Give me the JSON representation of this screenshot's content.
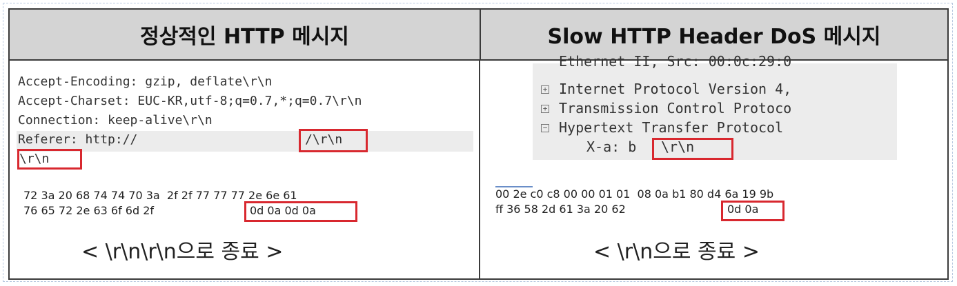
{
  "left": {
    "title": "정상적인 HTTP 메시지",
    "lines": [
      "Accept-Encoding: gzip, deflate\\r\\n",
      "Accept-Charset: EUC-KR,utf-8;q=0.7,*;q=0.7\\r\\n",
      "Connection: keep-alive\\r\\n"
    ],
    "referer_label": "Referer: http://",
    "referer_end": "/\\r\\n",
    "crlf_line": "\\r\\n",
    "hex_row1": "72 3a 20 68 74 74 70 3a  2f 2f 77 77 77 2e 6e 61",
    "hex_row2_plain": "76 65 72 2e 63 6f 6d 2f",
    "hex_row2_boxed": "0d 0a 0d 0a",
    "caption": "< \\r\\n\\r\\n으로 종료 >"
  },
  "right": {
    "title": "Slow HTTP Header DoS 메시지",
    "tree_cut": "Ethernet II, Src: 00:0c:29:0",
    "tree": [
      {
        "icon": "+",
        "label": "Internet Protocol Version 4,"
      },
      {
        "icon": "+",
        "label": "Transmission Control Protoco"
      },
      {
        "icon": "−",
        "label": "Hypertext Transfer Protocol"
      }
    ],
    "xa_label": "X-a: b",
    "xa_boxed": "\\r\\n",
    "hex_row1": "00 2e c0 c8 00 00 01 01  08 0a b1 80 d4 6a 19 9b",
    "hex_row2_plain": "ff 36 58 2d 61 3a 20 62",
    "hex_row2_boxed": "0d 0a",
    "caption": "< \\r\\n으로 종료 >"
  },
  "colors": {
    "highlight": "#d8282f",
    "header_bg": "#d4d4d4"
  }
}
